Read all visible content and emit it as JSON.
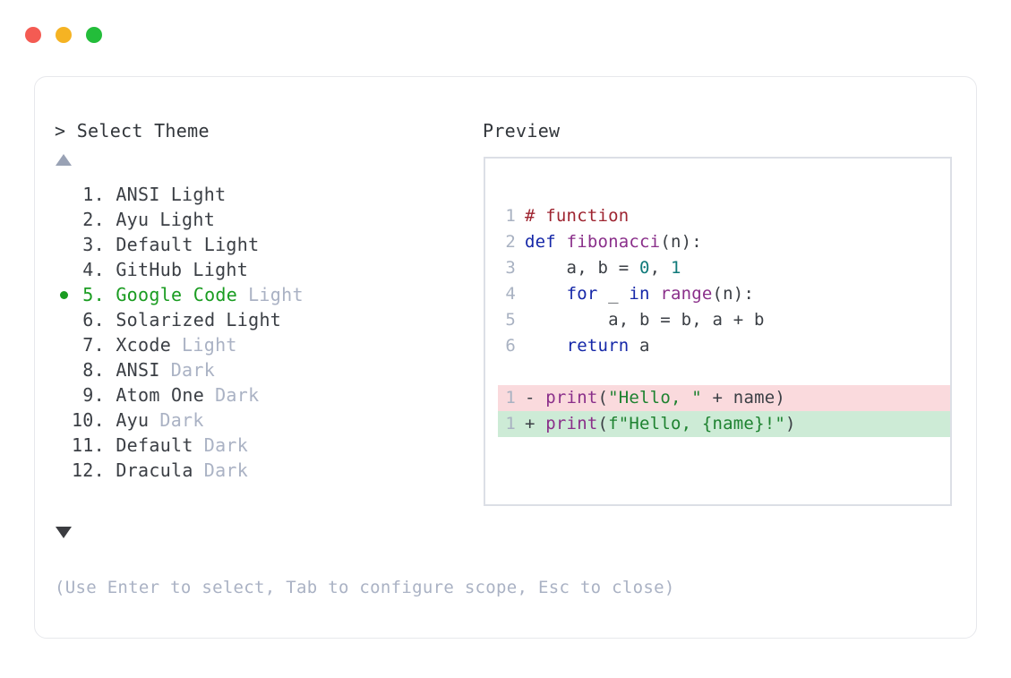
{
  "window": {
    "dots": [
      {
        "name": "close-dot",
        "color": "#f45b53"
      },
      {
        "name": "minimize-dot",
        "color": "#f5b323"
      },
      {
        "name": "maximize-dot",
        "color": "#23bd3a"
      }
    ]
  },
  "selector": {
    "prompt_caret": ">",
    "prompt_label": "Select Theme",
    "scroll_up_icon": "triangle-up-icon",
    "scroll_down_icon": "triangle-down-icon",
    "selected_index": 5,
    "selected_bullet_color": "#1a9c21",
    "items": [
      {
        "index": " 1.",
        "name": "ANSI",
        "suffix": "Light",
        "suffix_muted": false,
        "selected": false
      },
      {
        "index": " 2.",
        "name": "Ayu",
        "suffix": "Light",
        "suffix_muted": false,
        "selected": false
      },
      {
        "index": " 3.",
        "name": "Default",
        "suffix": "Light",
        "suffix_muted": false,
        "selected": false
      },
      {
        "index": " 4.",
        "name": "GitHub",
        "suffix": "Light",
        "suffix_muted": false,
        "selected": false
      },
      {
        "index": " 5.",
        "name": "Google Code",
        "suffix": "Light",
        "suffix_muted": true,
        "selected": true
      },
      {
        "index": " 6.",
        "name": "Solarized",
        "suffix": "Light",
        "suffix_muted": false,
        "selected": false
      },
      {
        "index": " 7.",
        "name": "Xcode",
        "suffix": "Light",
        "suffix_muted": true,
        "selected": false
      },
      {
        "index": " 8.",
        "name": "ANSI",
        "suffix": "Dark",
        "suffix_muted": true,
        "selected": false
      },
      {
        "index": " 9.",
        "name": "Atom One",
        "suffix": "Dark",
        "suffix_muted": true,
        "selected": false
      },
      {
        "index": "10.",
        "name": "Ayu",
        "suffix": "Dark",
        "suffix_muted": true,
        "selected": false
      },
      {
        "index": "11.",
        "name": "Default",
        "suffix": "Dark",
        "suffix_muted": true,
        "selected": false
      },
      {
        "index": "12.",
        "name": "Dracula",
        "suffix": "Dark",
        "suffix_muted": true,
        "selected": false
      }
    ],
    "hint": "(Use Enter to select, Tab to configure scope, Esc to close)"
  },
  "preview": {
    "label": "Preview",
    "code_lines": [
      {
        "line_no": "1",
        "kind": "normal",
        "tokens": [
          {
            "text": "# function",
            "type": "comment"
          }
        ]
      },
      {
        "line_no": "2",
        "kind": "normal",
        "tokens": [
          {
            "text": "def ",
            "type": "keyword"
          },
          {
            "text": "fibonacci",
            "type": "function"
          },
          {
            "text": "(n):",
            "type": "text"
          }
        ]
      },
      {
        "line_no": "3",
        "kind": "normal",
        "tokens": [
          {
            "text": "    a, b = ",
            "type": "text"
          },
          {
            "text": "0",
            "type": "number"
          },
          {
            "text": ", ",
            "type": "text"
          },
          {
            "text": "1",
            "type": "number"
          }
        ]
      },
      {
        "line_no": "4",
        "kind": "normal",
        "tokens": [
          {
            "text": "    ",
            "type": "text"
          },
          {
            "text": "for",
            "type": "keyword"
          },
          {
            "text": " _ ",
            "type": "text"
          },
          {
            "text": "in",
            "type": "keyword"
          },
          {
            "text": " ",
            "type": "text"
          },
          {
            "text": "range",
            "type": "function"
          },
          {
            "text": "(n):",
            "type": "text"
          }
        ]
      },
      {
        "line_no": "5",
        "kind": "normal",
        "tokens": [
          {
            "text": "        a, b = b, a + b",
            "type": "text"
          }
        ]
      },
      {
        "line_no": "6",
        "kind": "normal",
        "tokens": [
          {
            "text": "    ",
            "type": "text"
          },
          {
            "text": "return",
            "type": "keyword"
          },
          {
            "text": " a",
            "type": "text"
          }
        ]
      },
      {
        "line_no": "",
        "kind": "blank",
        "tokens": []
      },
      {
        "line_no": "1",
        "kind": "deleted",
        "tokens": [
          {
            "text": "- ",
            "type": "sign"
          },
          {
            "text": "print",
            "type": "function"
          },
          {
            "text": "(",
            "type": "text"
          },
          {
            "text": "\"Hello, \"",
            "type": "string"
          },
          {
            "text": " + name)",
            "type": "text"
          }
        ]
      },
      {
        "line_no": "1",
        "kind": "added",
        "tokens": [
          {
            "text": "+ ",
            "type": "sign"
          },
          {
            "text": "print",
            "type": "function"
          },
          {
            "text": "(",
            "type": "text"
          },
          {
            "text": "f\"Hello, {name}!\"",
            "type": "string"
          },
          {
            "text": ")",
            "type": "text"
          }
        ]
      }
    ],
    "colors": {
      "comment": "#9e2430",
      "keyword": "#1527a8",
      "function": "#8a2f8a",
      "number": "#107a7a",
      "string": "#1e8230",
      "text": "#3b3f45",
      "line_number": "#a9b2c2",
      "diff_deleted_bg": "#fadadd",
      "diff_added_bg": "#cdebd6",
      "box_border": "#dcdfe6"
    }
  }
}
